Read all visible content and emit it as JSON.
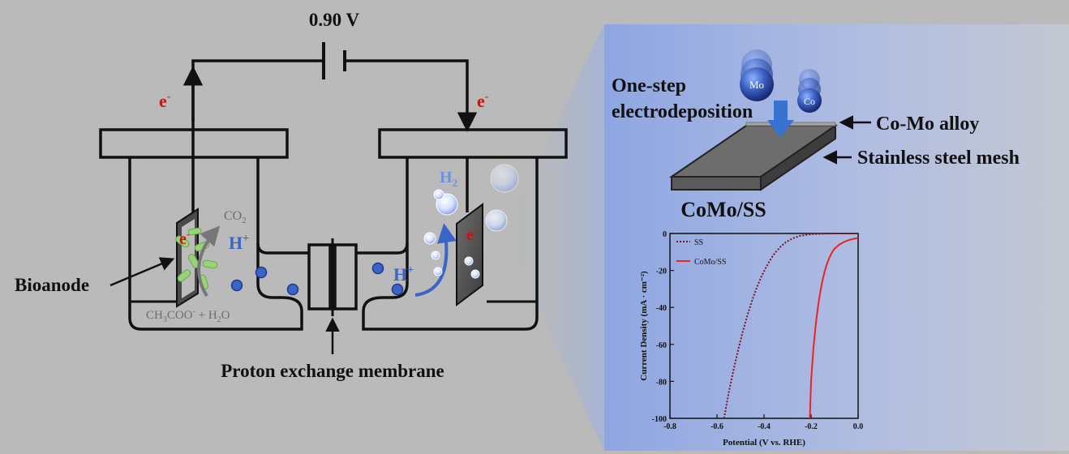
{
  "voltage_label": "0.90 V",
  "electron_left": "e",
  "electron_right": "e",
  "electron_sup": "-",
  "bioanode_label": "Bioanode",
  "membrane_label": "Proton exchange membrane",
  "co2_main": "CO",
  "co2_sub": "2",
  "h_plus_main": "H",
  "h_plus_sup": "+",
  "h2_main": "H",
  "h2_sub": "2",
  "substrate": {
    "p1": "CH",
    "s1": "3",
    "p2": "COO",
    "s2": "-",
    "p3": " + H",
    "s3": "2",
    "p4": "O"
  },
  "process_line1": "One-step",
  "process_line2": "electrodeposition",
  "mo_label": "Mo",
  "co_label": "Co",
  "alloy_label": "Co-Mo alloy",
  "mesh_label": "Stainless steel mesh",
  "electrode_label": "CoMo/SS",
  "colors": {
    "electron": "#cc1111",
    "proton": "#3a64c8",
    "ss_curve": "#7a1520",
    "como_curve": "#ee2222",
    "bacteria": "#9ad27a"
  },
  "chart_data": {
    "type": "line",
    "xlabel": "Potential (V vs. RHE)",
    "ylabel": "Current Density (mA · cm⁻²)",
    "xlim": [
      -0.8,
      0.0
    ],
    "ylim": [
      -100,
      0
    ],
    "xticks": [
      "-0.8",
      "-0.6",
      "-0.4",
      "-0.2",
      "0.0"
    ],
    "yticks": [
      "0",
      "-20",
      "-40",
      "-60",
      "-80",
      "-100"
    ],
    "legend_position": "top-left",
    "series": [
      {
        "name": "SS",
        "style": "dotted",
        "color": "#7a1520",
        "x": [
          -0.57,
          -0.55,
          -0.53,
          -0.51,
          -0.49,
          -0.47,
          -0.45,
          -0.43,
          -0.41,
          -0.39,
          -0.37,
          -0.35,
          -0.33,
          -0.31,
          -0.29,
          -0.27,
          -0.25,
          -0.22,
          -0.19,
          -0.15,
          -0.1,
          0.0
        ],
        "y": [
          -100,
          -86,
          -74,
          -63,
          -53,
          -44,
          -36,
          -29,
          -23,
          -18,
          -13.5,
          -10,
          -7.2,
          -5,
          -3.4,
          -2.2,
          -1.4,
          -0.7,
          -0.3,
          -0.1,
          0,
          0
        ]
      },
      {
        "name": "CoMo/SS",
        "style": "solid",
        "color": "#ee2222",
        "x": [
          -0.205,
          -0.2,
          -0.19,
          -0.18,
          -0.17,
          -0.16,
          -0.15,
          -0.14,
          -0.13,
          -0.12,
          -0.11,
          -0.1,
          -0.08,
          -0.06,
          -0.04,
          -0.02,
          0.0
        ],
        "y": [
          -100,
          -80,
          -62,
          -49,
          -39,
          -31,
          -24.5,
          -19.5,
          -15.5,
          -12.5,
          -10,
          -8.2,
          -6,
          -4.6,
          -3.6,
          -2.9,
          -2.4
        ]
      }
    ]
  }
}
